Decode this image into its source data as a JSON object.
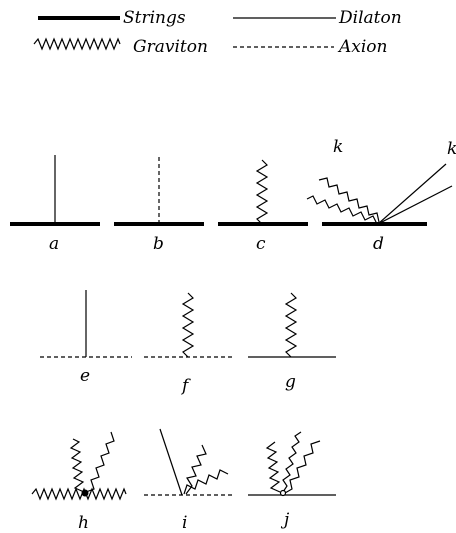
{
  "legend": {
    "strings": "Strings",
    "dilaton": "Dilaton",
    "graviton": "Graviton",
    "axion": "Axion"
  },
  "vertices": {
    "a": "a",
    "b": "b",
    "c": "c",
    "d": "d",
    "k1": "k",
    "k2": "k",
    "e": "e",
    "f": "f",
    "g": "g",
    "h": "h",
    "i": "i",
    "j": "j"
  }
}
